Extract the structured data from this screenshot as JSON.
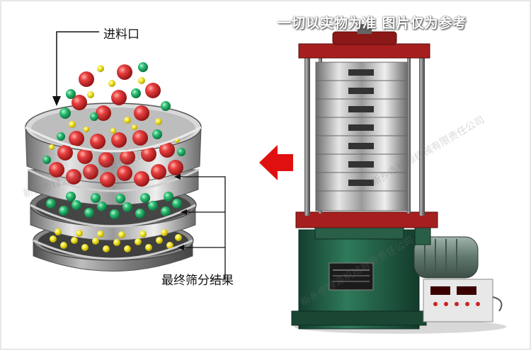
{
  "labels": {
    "inlet": "进料口",
    "result": "最终筛分结果",
    "banner": "一切以实物为准 图片仅为参考"
  },
  "watermark": "新乡市绿源机械有限责任公司",
  "colors": {
    "red_ball": "#e23a3a",
    "green_ball": "#27b36b",
    "yellow_ball": "#f0e020",
    "machine_red": "#a51f1f",
    "machine_base": "#1f5e45",
    "arrow_red": "#e01010"
  }
}
